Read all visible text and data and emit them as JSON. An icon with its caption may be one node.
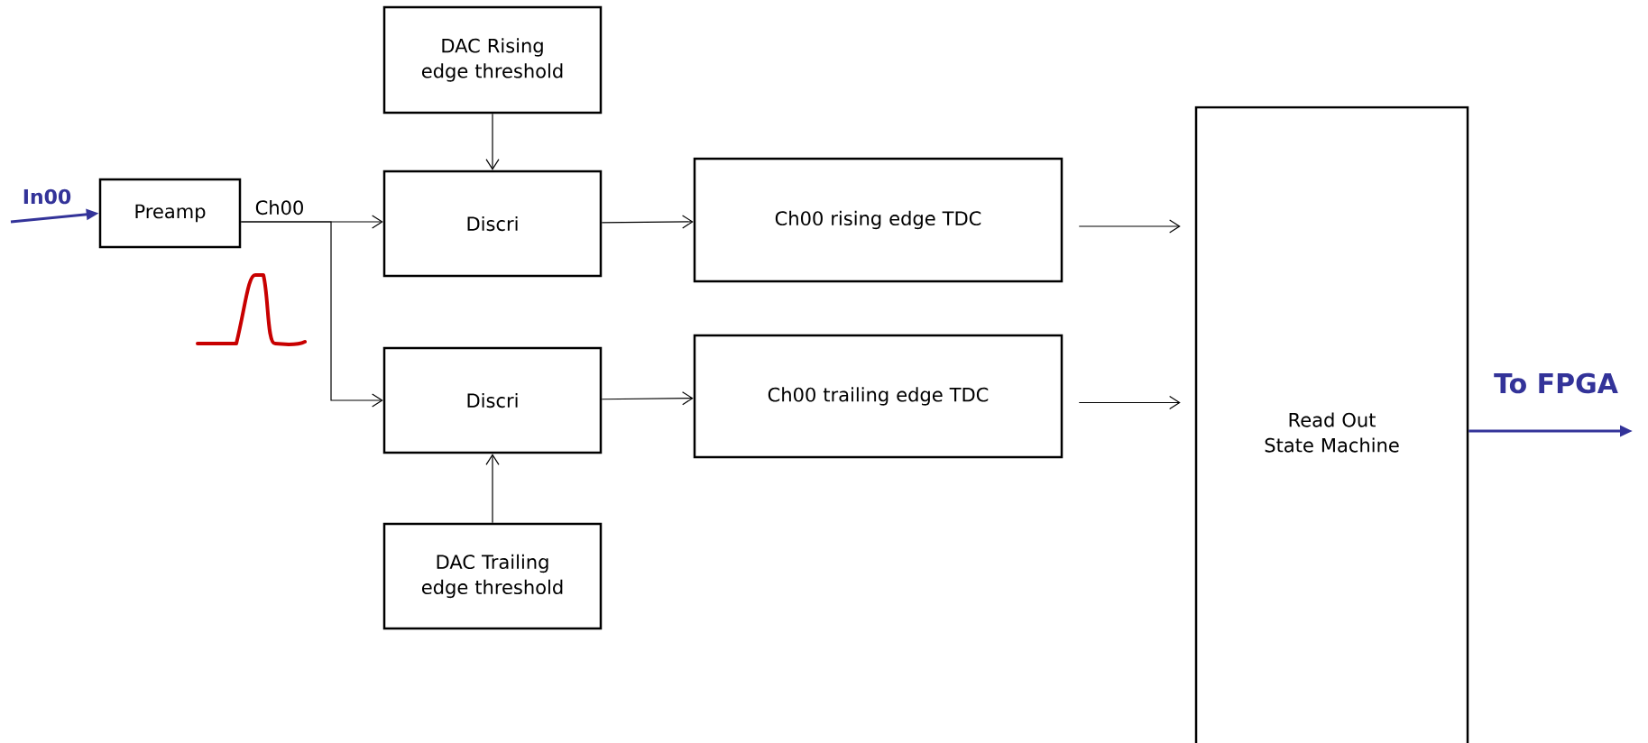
{
  "diagram": {
    "nodes": [
      {
        "text": [
          "Preamp"
        ]
      },
      {
        "text": [
          "DAC Rising edge threshold"
        ]
      },
      {
        "text": [
          "Discri"
        ]
      },
      {
        "text": [
          "Discri"
        ]
      },
      {
        "text": [
          "DAC Trailing edge threshold"
        ]
      },
      {
        "text": [
          "Ch00 rising edge TDC"
        ]
      },
      {
        "text": [
          "Ch00 trailing edge TDC"
        ]
      },
      {
        "text": [
          "Read Out State Machine"
        ]
      }
    ],
    "edges": [
      {
        "from": null,
        "to": 0,
        "arrow": "to",
        "label": "In00",
        "color": "#333399"
      },
      {
        "from": 0,
        "to": 2,
        "arrow": "to",
        "label": "Ch00"
      },
      {
        "from": 0,
        "to": 3,
        "arrow": "to"
      },
      {
        "from": 1,
        "to": 2,
        "arrow": "to"
      },
      {
        "from": 4,
        "to": 3,
        "arrow": "to"
      },
      {
        "from": 2,
        "to": 5,
        "arrow": "to"
      },
      {
        "from": 3,
        "to": 6,
        "arrow": "to"
      },
      {
        "from": 5,
        "to": 7,
        "arrow": "to"
      },
      {
        "from": 6,
        "to": 7,
        "arrow": "to"
      },
      {
        "from": 7,
        "to": null,
        "arrow": "to",
        "label": "To FPGA",
        "color": "#333399"
      }
    ]
  }
}
